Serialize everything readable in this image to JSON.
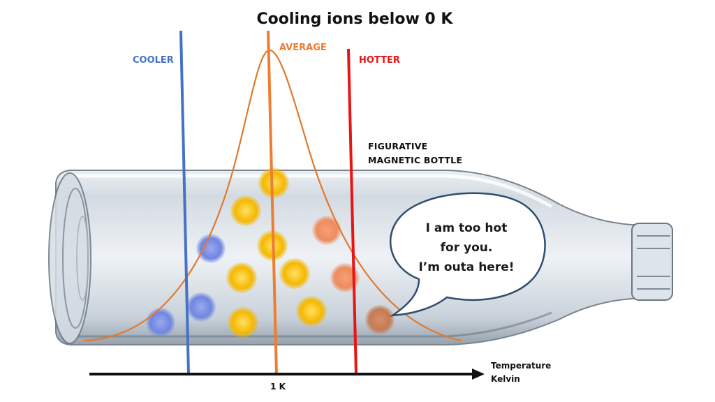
{
  "title": "Cooling ions below 0 K",
  "labels": {
    "cooler": "COOLER",
    "average": "AVERAGE",
    "hotter": "HOTTER",
    "bottle_line1": "FIGURATIVE",
    "bottle_line2": "MAGNETIC BOTTLE"
  },
  "bubble": {
    "line1": "I am too hot",
    "line2": "for you.",
    "line3": "I’m outa here!"
  },
  "axis": {
    "tick_label": "1 K",
    "name_line1": "Temperature",
    "name_line2": "Kelvin"
  },
  "colors": {
    "cooler": "#4472c4",
    "average": "#ed7d31",
    "hotter": "#e81414",
    "curve": "#e07a2e",
    "ion_yellow": "#f5b800",
    "ion_orange": "#ee8c5c",
    "ion_blue": "#6f86e0",
    "ion_brown": "#c57a52",
    "bubble_stroke": "#2f4e6f"
  },
  "icons": {
    "bottle": "glass-bottle-icon"
  }
}
